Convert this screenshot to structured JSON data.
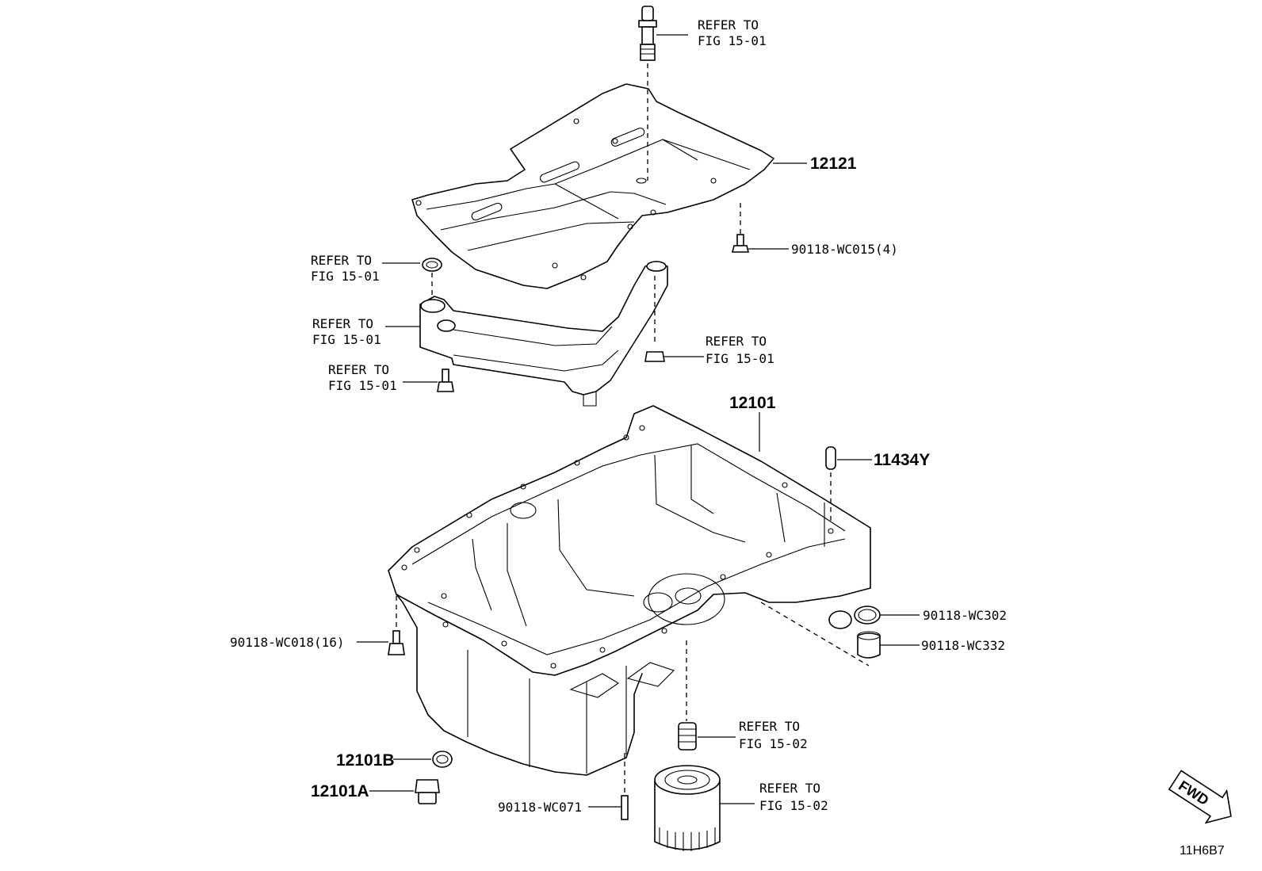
{
  "figure_id": "11H6B7",
  "fwd_label": "FWD",
  "parts": {
    "baffle_plate": "12121",
    "oil_pan": "12101",
    "drain_gasket": "12101B",
    "drain_plug": "12101A",
    "pin": "11434Y"
  },
  "fasteners": {
    "baffle_bolt": "90118-WC015(4)",
    "pan_bolt": "90118-WC018(16)",
    "gasket_ring": "90118-WC302",
    "plug": "90118-WC332",
    "stud": "90118-WC071"
  },
  "references": {
    "top_stud": {
      "line1": "REFER TO",
      "line2": "FIG 15-01"
    },
    "strainer_oring": {
      "line1": "REFER TO",
      "line2": "FIG 15-01"
    },
    "strainer": {
      "line1": "REFER TO",
      "line2": "FIG 15-01"
    },
    "strainer_bolt": {
      "line1": "REFER TO",
      "line2": "FIG 15-01"
    },
    "strainer_nut": {
      "line1": "REFER TO",
      "line2": "FIG 15-01"
    },
    "filter_union": {
      "line1": "REFER TO",
      "line2": "FIG 15-02"
    },
    "oil_filter": {
      "line1": "REFER TO",
      "line2": "FIG 15-02"
    }
  }
}
